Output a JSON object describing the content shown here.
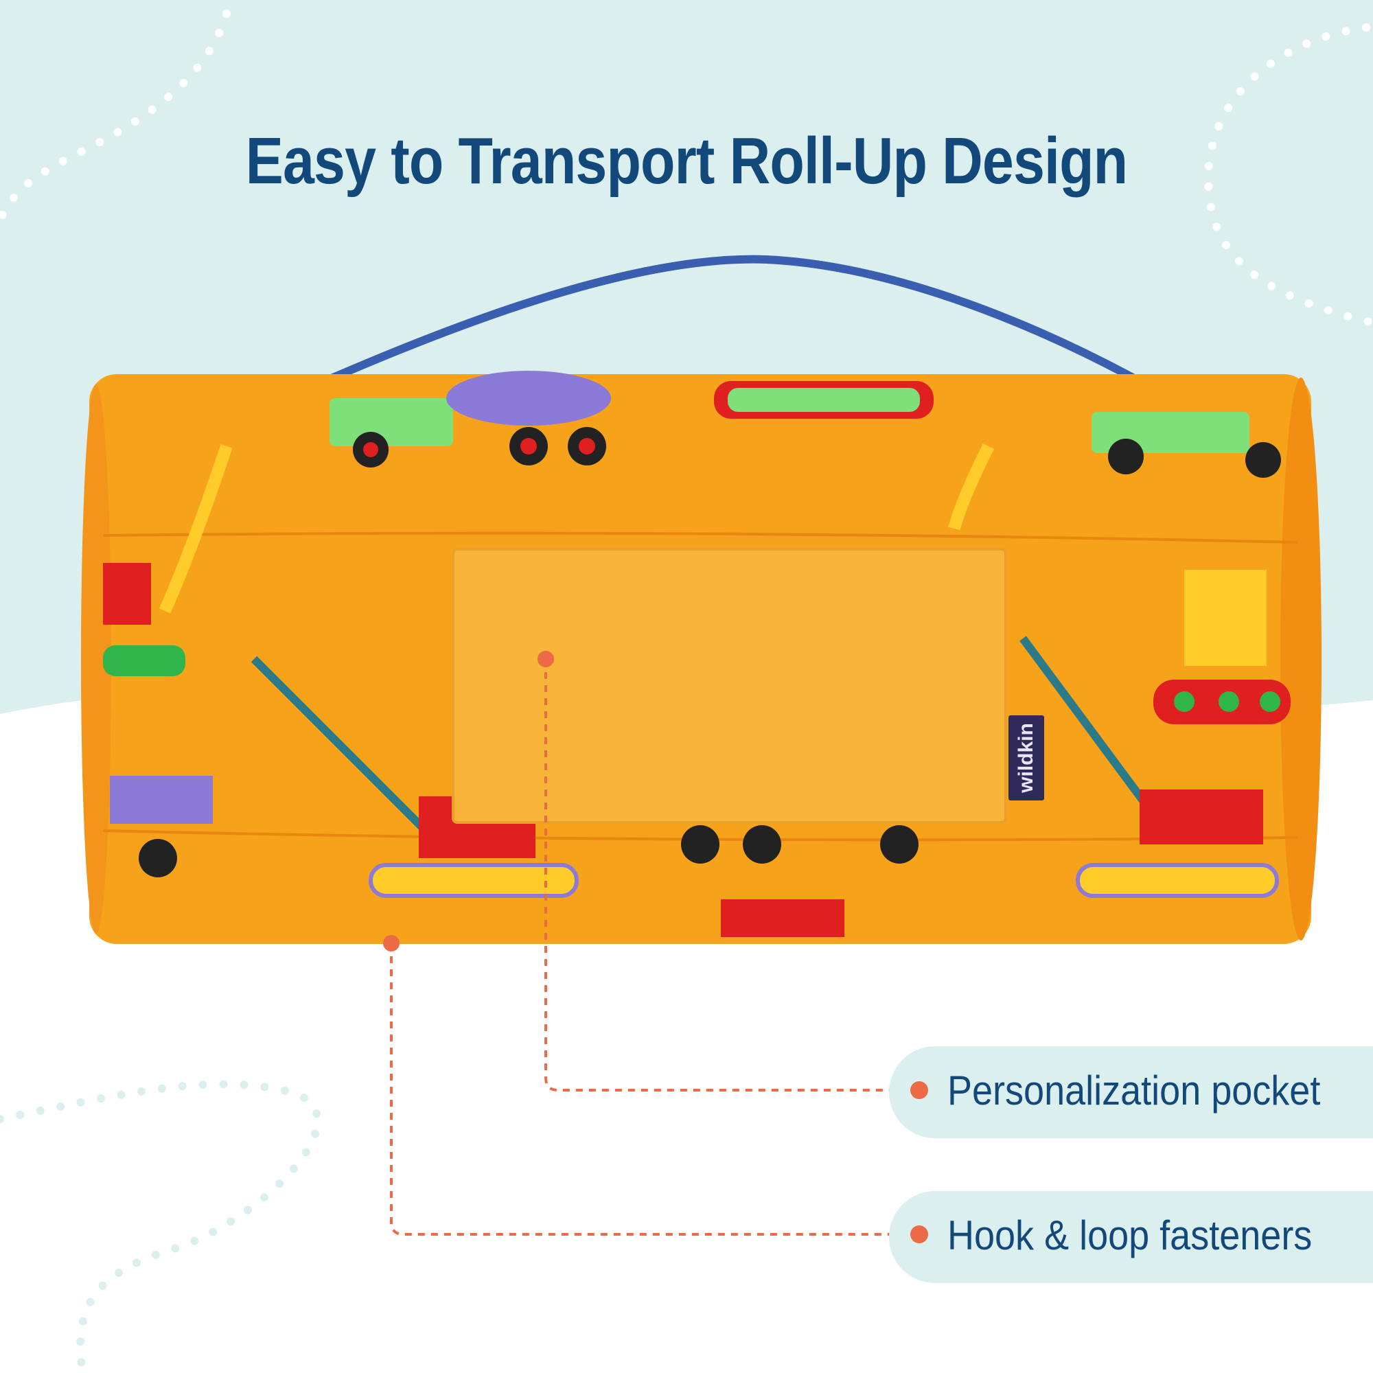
{
  "title": "Easy to Transport Roll-Up Design",
  "product": {
    "brand_tag": "wildkin",
    "fabric_color": "#f7a21b",
    "pocket_color": "#f9b43a",
    "handle_color": "#3a5fb0"
  },
  "callouts": [
    {
      "label": "Personalization pocket"
    },
    {
      "label": "Hook & loop fasteners"
    }
  ],
  "colors": {
    "background_top": "#dcefef",
    "text": "#12497a",
    "callout_line": "#ec6a45"
  }
}
